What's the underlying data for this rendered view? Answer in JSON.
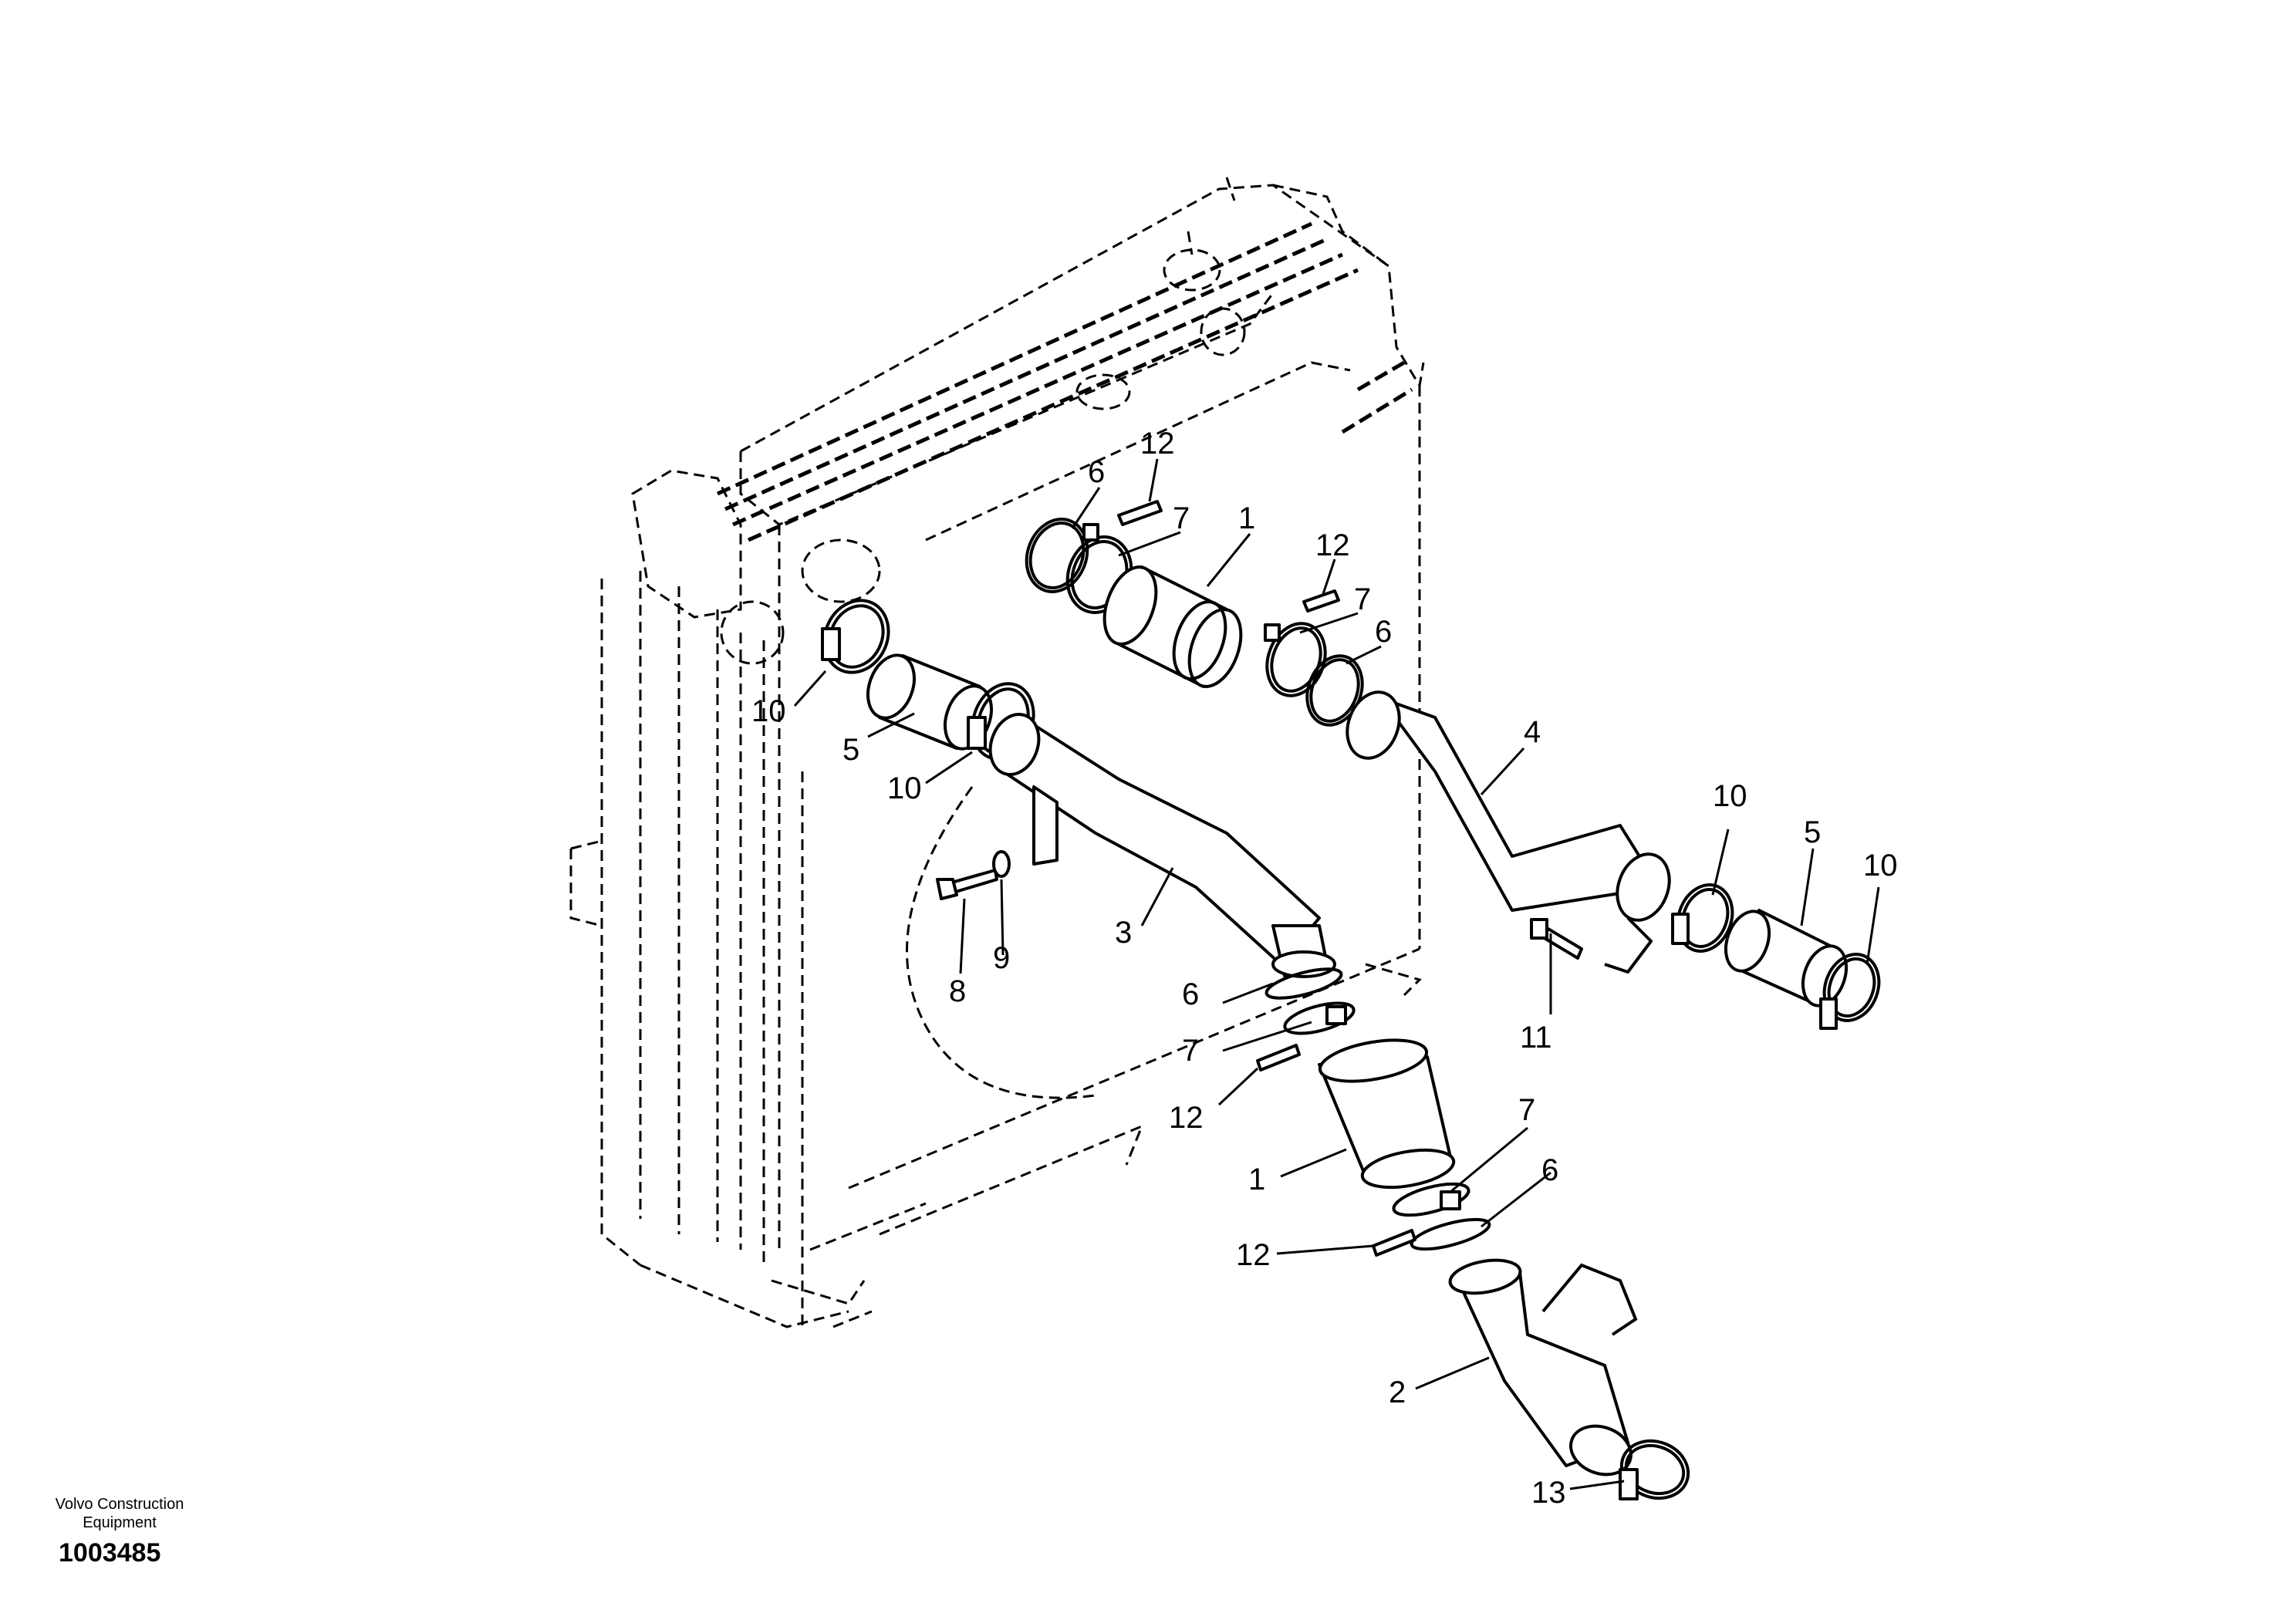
{
  "manufacturer": {
    "line1": "Volvo Construction",
    "line2": "Equipment"
  },
  "document_number": "1003485",
  "callouts": {
    "c1": "12",
    "c2": "6",
    "c3": "7",
    "c4": "1",
    "c5": "12",
    "c6": "7",
    "c7": "6",
    "c8": "10",
    "c9": "5",
    "c10": "10",
    "c11": "4",
    "c12": "10",
    "c13": "5",
    "c14": "10",
    "c15": "3",
    "c16": "8",
    "c17": "9",
    "c18": "6",
    "c19": "7",
    "c20": "11",
    "c21": "12",
    "c22": "1",
    "c23": "7",
    "c24": "6",
    "c25": "12",
    "c26": "2",
    "c27": "13"
  }
}
